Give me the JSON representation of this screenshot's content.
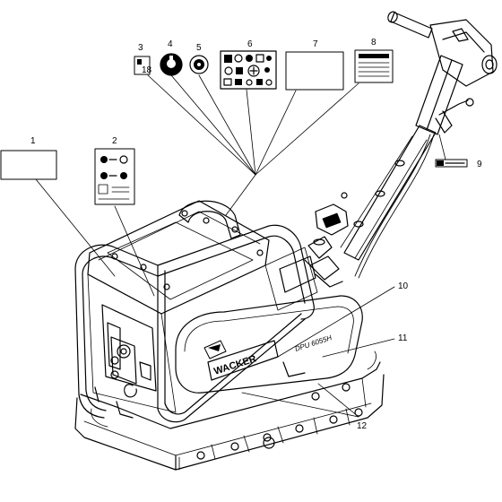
{
  "diagram": {
    "callouts": [
      "1",
      "2",
      "3",
      "4",
      "5",
      "6",
      "7",
      "8",
      "9",
      "10",
      "11",
      "12"
    ],
    "brand_text": "WACKER",
    "model_text": "DPU 6055H",
    "decal3_text": "18",
    "colors": {
      "line": "#000000",
      "background": "#ffffff",
      "fill_dark": "#000000"
    }
  }
}
